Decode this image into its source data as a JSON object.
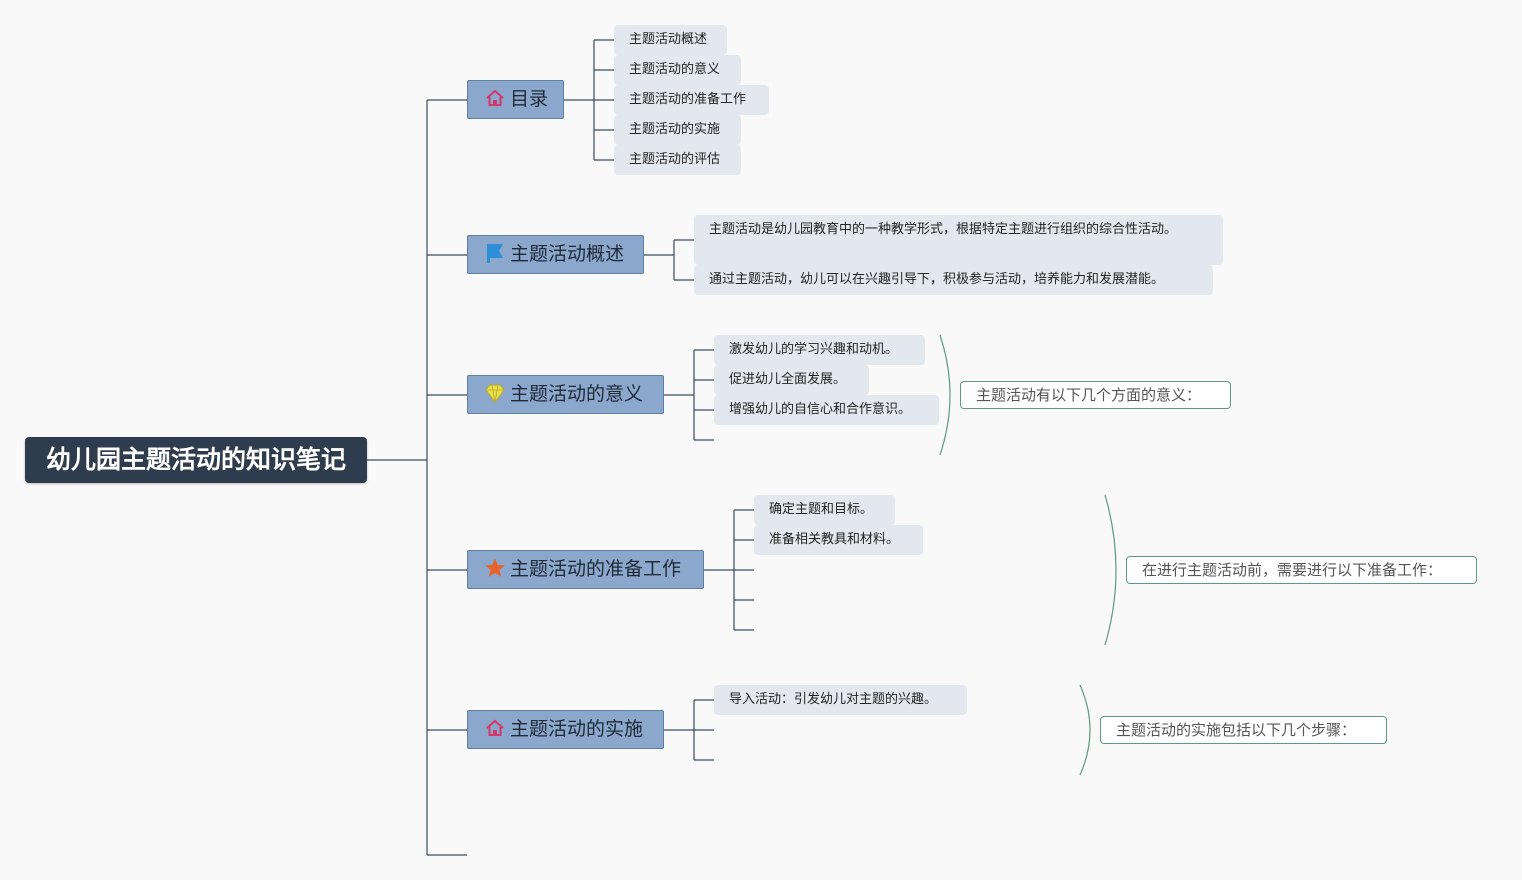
{
  "root": {
    "label": "幼儿园主题活动的知识笔记"
  },
  "branches": [
    {
      "label": "目录",
      "icon": "home-icon",
      "children": [
        "主题活动概述",
        "主题活动的意义",
        "主题活动的准备工作",
        "主题活动的实施",
        "主题活动的评估"
      ]
    },
    {
      "label": "主题活动概述",
      "icon": "flag-icon",
      "children": [
        "主题活动是幼儿园教育中的一种教学形式，根据特定主题进行组织的综合性活动。",
        "通过主题活动，幼儿可以在兴趣引导下，积极参与活动，培养能力和发展潜能。"
      ]
    },
    {
      "label": "主题活动的意义",
      "icon": "diamond-icon",
      "children": [
        "激发幼儿的学习兴趣和动机。",
        "促进幼儿全面发展。",
        "增强幼儿的自信心和合作意识。"
      ],
      "summary": "主题活动有以下几个方面的意义："
    },
    {
      "label": "主题活动的准备工作",
      "icon": "star-icon",
      "children": [
        "确定主题和目标。",
        "准备相关教具和材料。"
      ],
      "summary": "在进行主题活动前，需要进行以下准备工作："
    },
    {
      "label": "主题活动的实施",
      "icon": "home-icon",
      "children": [
        "导入活动：引发幼儿对主题的兴趣。"
      ],
      "summary": "主题活动的实施包括以下几个步骤："
    }
  ],
  "colors": {
    "root": "#2f3c4d",
    "topic": "#8ba7cb",
    "subtopic": "#e3e8ef",
    "summary_border": "#5f9a80",
    "line": "#3d4b5c"
  }
}
